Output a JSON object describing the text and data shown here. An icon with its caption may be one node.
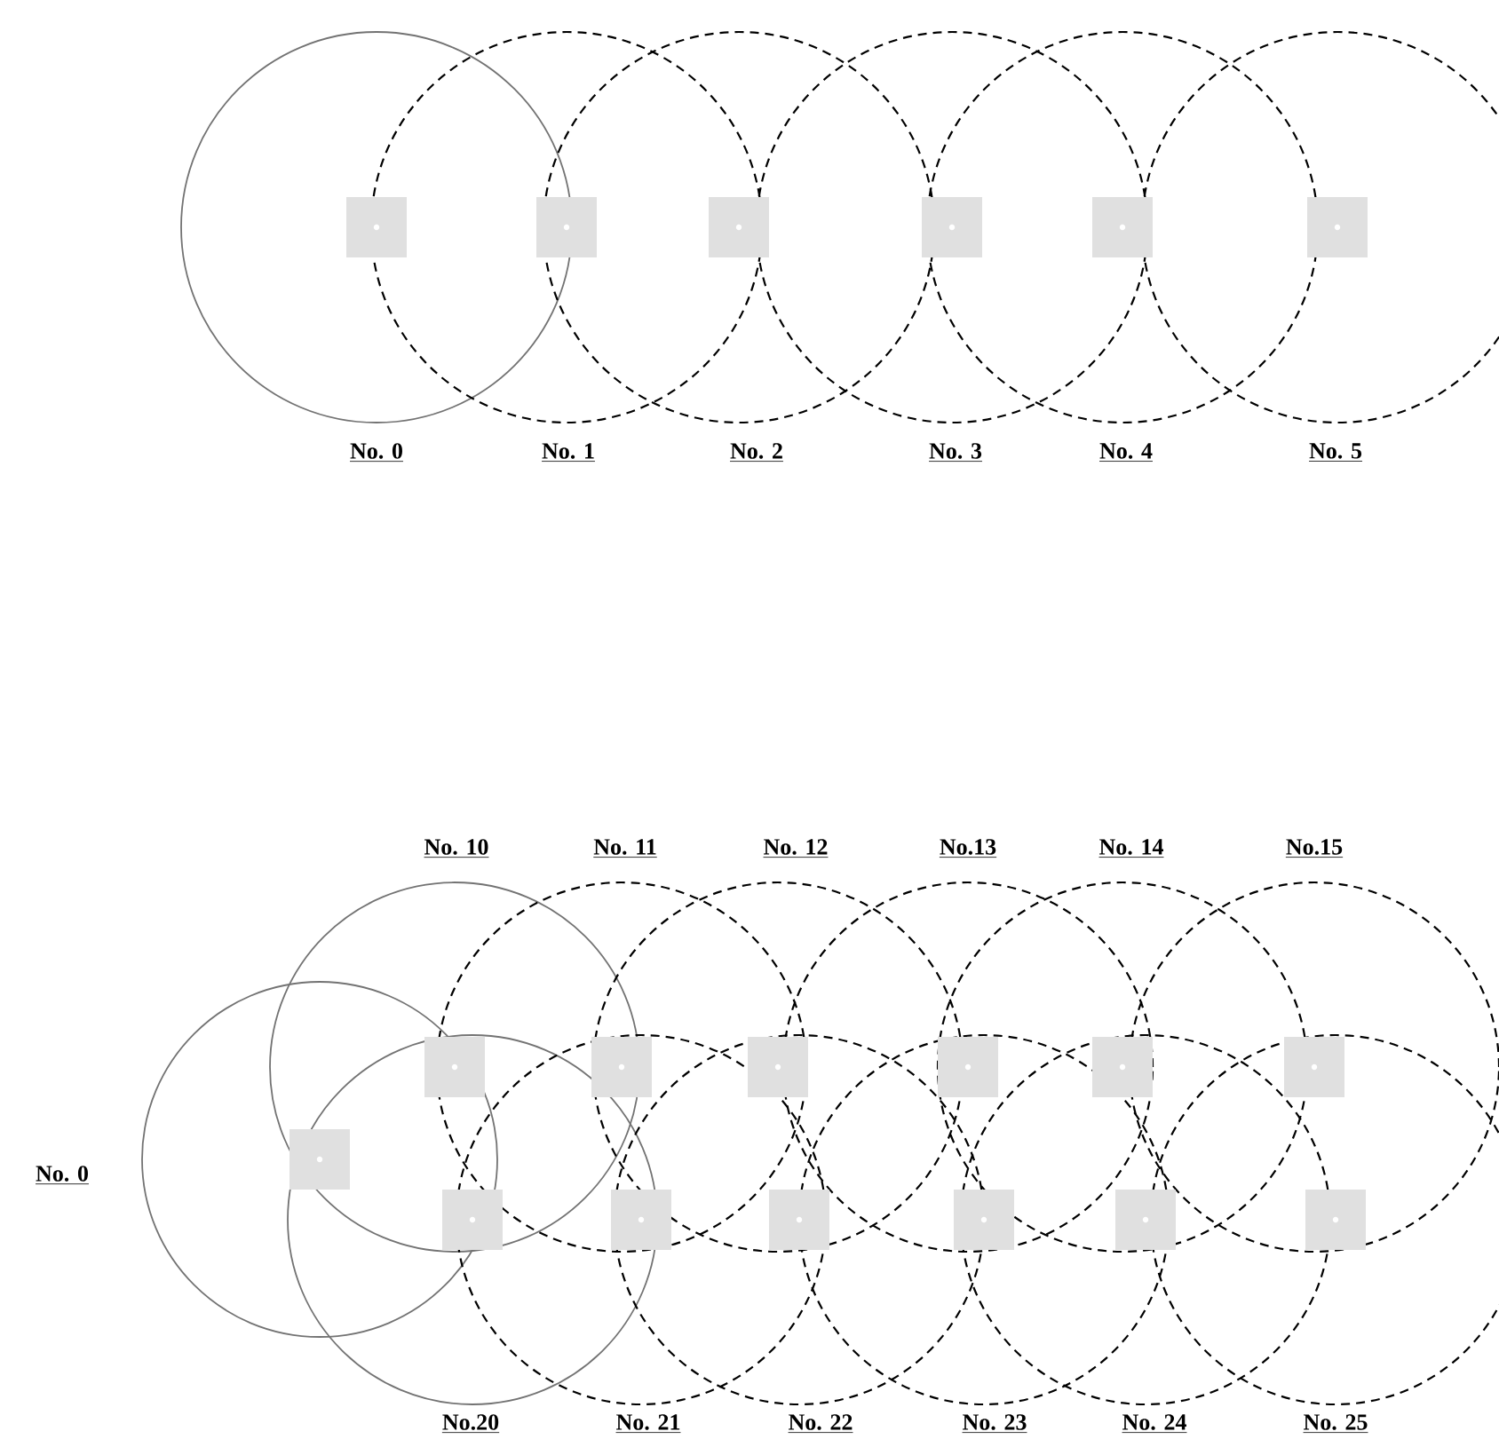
{
  "diagram": {
    "labels": [
      "No. 0",
      "No. 1",
      "No. 2",
      "No. 3",
      "No. 4",
      "No. 5",
      "No. 10",
      "No. 11",
      "No. 12",
      "No.13",
      "No. 14",
      "No.15",
      "No. 0",
      "No.20",
      "No. 21",
      "No. 22",
      "No. 23",
      "No. 24",
      "No. 25"
    ]
  }
}
